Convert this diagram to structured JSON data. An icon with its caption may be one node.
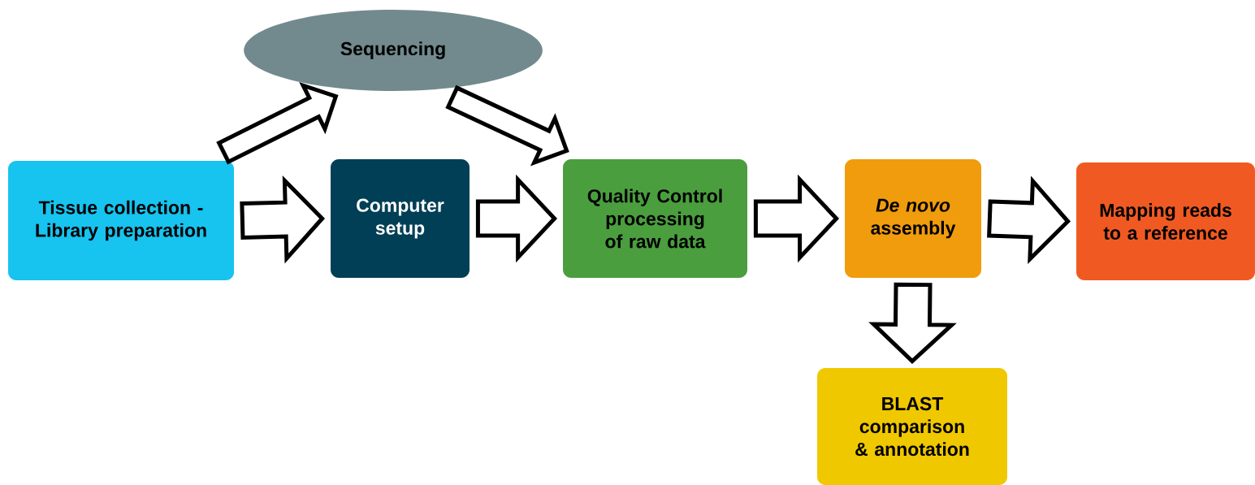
{
  "diagram": {
    "nodes": [
      {
        "text": [
          "Tissue collection - Library preparation"
        ]
      },
      {
        "text": [
          "Sequencing"
        ]
      },
      {
        "text": [
          "Computer setup"
        ]
      },
      {
        "text": [
          "Quality Control processing of raw data"
        ]
      },
      {
        "text": [
          "*De novo* assembly"
        ]
      },
      {
        "text": [
          "Mapping reads to a reference"
        ]
      },
      {
        "text": [
          "BLAST comparison & annotation"
        ]
      }
    ],
    "edges": [
      {
        "from": 0,
        "to": 1,
        "arrow": "to"
      },
      {
        "from": 1,
        "to": 3,
        "arrow": "to"
      },
      {
        "from": 0,
        "to": 2,
        "arrow": "to"
      },
      {
        "from": 2,
        "to": 3,
        "arrow": "to"
      },
      {
        "from": 3,
        "to": 4,
        "arrow": "to"
      },
      {
        "from": 4,
        "to": 5,
        "arrow": "to"
      },
      {
        "from": 4,
        "to": 6,
        "arrow": "to"
      }
    ]
  }
}
